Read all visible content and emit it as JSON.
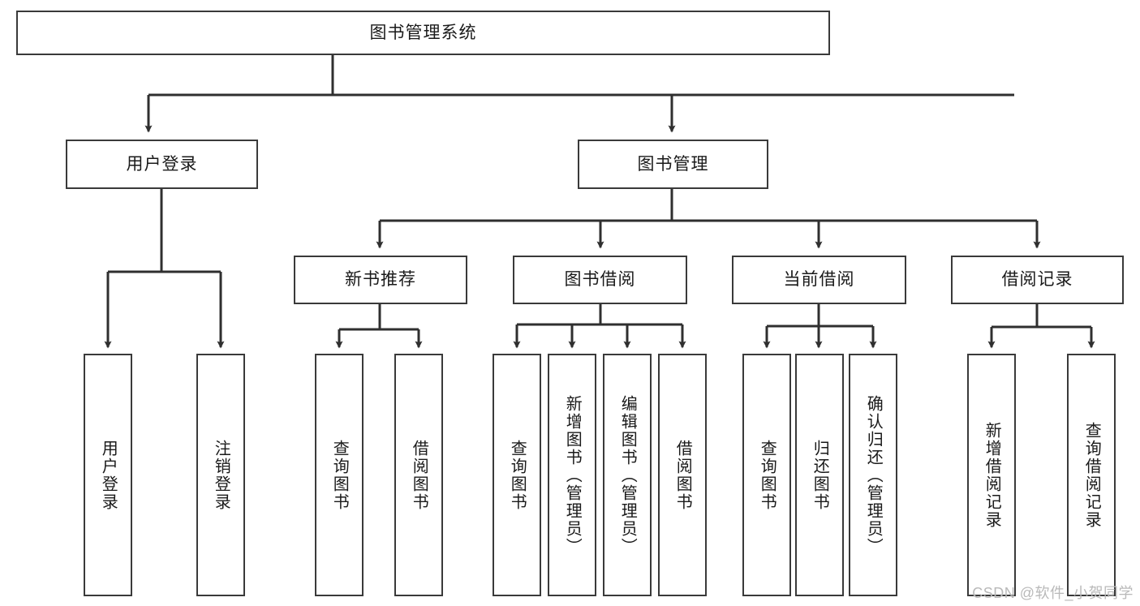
{
  "diagram": {
    "type": "tree-hierarchy",
    "title": "图书管理系统",
    "orientation": "top-down",
    "colors": {
      "stroke": "#3a3a3a",
      "fill": "#ffffff",
      "text": "#1a1a1a",
      "watermark": "#b9b9b9"
    },
    "root": {
      "label": "图书管理系统"
    },
    "level1": [
      {
        "label": "用户登录"
      },
      {
        "label": "图书管理"
      }
    ],
    "level2": [
      {
        "label": "新书推荐"
      },
      {
        "label": "图书借阅"
      },
      {
        "label": "当前借阅"
      },
      {
        "label": "借阅记录"
      }
    ],
    "leaves": {
      "user_login": [
        {
          "label": "用户登录"
        },
        {
          "label": "注销登录"
        }
      ],
      "new_book_recommend": [
        {
          "label": "查询图书"
        },
        {
          "label": "借阅图书"
        }
      ],
      "book_borrow": [
        {
          "label": "查询图书"
        },
        {
          "label": "新增图书（管理员）"
        },
        {
          "label": "编辑图书（管理员）"
        },
        {
          "label": "借阅图书"
        }
      ],
      "current_borrow": [
        {
          "label": "查询图书"
        },
        {
          "label": "归还图书"
        },
        {
          "label": "确认归还（管理员）"
        }
      ],
      "borrow_record": [
        {
          "label": "新增借阅记录"
        },
        {
          "label": "查询借阅记录"
        }
      ]
    }
  },
  "watermark": {
    "text": "CSDN @软件_小贺同学"
  }
}
